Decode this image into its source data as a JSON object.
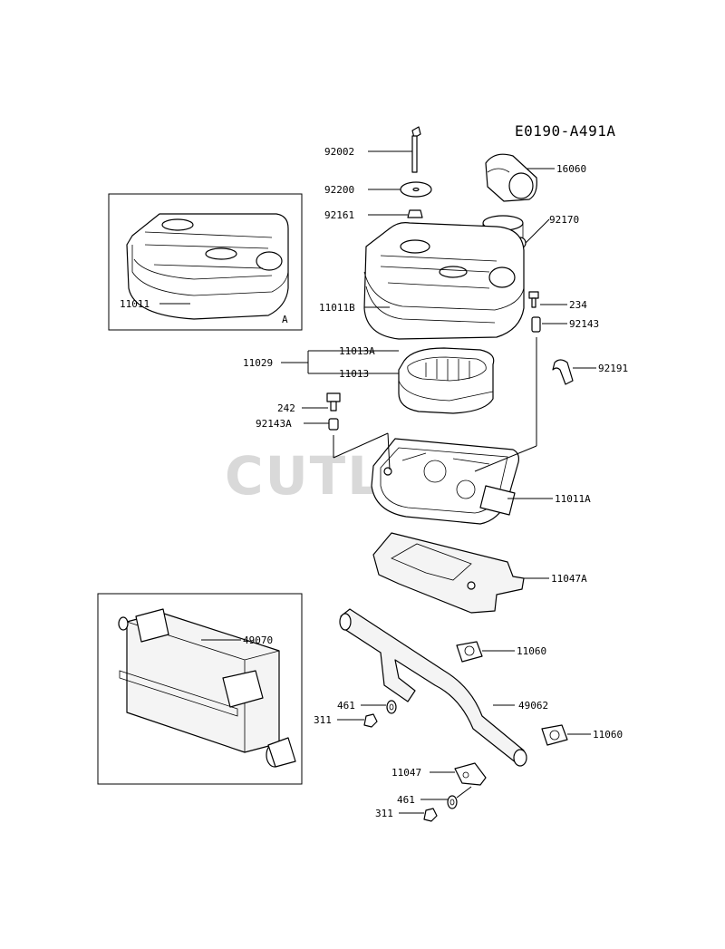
{
  "diagram": {
    "code": "E0190-A491A",
    "watermark": "CUTLERS",
    "inset_a_letter": "A",
    "labels": {
      "p92002": "92002",
      "p92200": "92200",
      "p92161": "92161",
      "p16060": "16060",
      "p92170": "92170",
      "p234": "234",
      "p92143": "92143",
      "p92191": "92191",
      "p11011": "11011",
      "p11011B": "11011B",
      "p11013A": "11013A",
      "p11029": "11029",
      "p11013": "11013",
      "p242": "242",
      "p92143A": "92143A",
      "p11011A": "11011A",
      "p11047A": "11047A",
      "p49070": "49070",
      "p11060a": "11060",
      "p461a": "461",
      "p311a": "311",
      "p49062": "49062",
      "p11060b": "11060",
      "p11047": "11047",
      "p461b": "461",
      "p311b": "311"
    }
  }
}
